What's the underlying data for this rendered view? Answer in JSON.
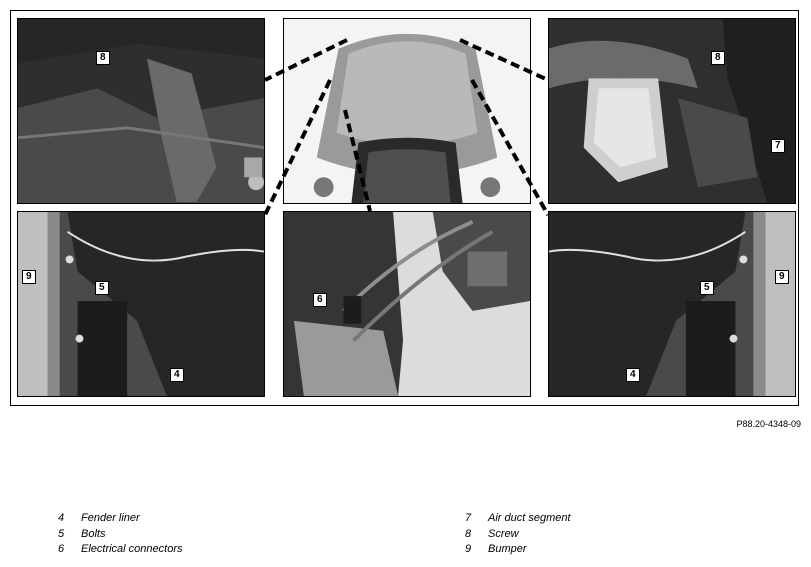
{
  "figure": {
    "id": "P88.20-4348-09",
    "callouts": {
      "top_left": "8",
      "top_right_8": "8",
      "top_right_7": "7",
      "bottom_left_9": "9",
      "bottom_left_5": "5",
      "bottom_left_4": "4",
      "bottom_center_6": "6",
      "bottom_right_5": "5",
      "bottom_right_9": "9",
      "bottom_right_4": "4"
    }
  },
  "legend": {
    "left": [
      {
        "num": "4",
        "label": "Fender liner"
      },
      {
        "num": "5",
        "label": "Bolts"
      },
      {
        "num": "6",
        "label": "Electrical connectors"
      }
    ],
    "right": [
      {
        "num": "7",
        "label": "Air duct segment"
      },
      {
        "num": "8",
        "label": "Screw"
      },
      {
        "num": "9",
        "label": "Bumper"
      }
    ]
  }
}
